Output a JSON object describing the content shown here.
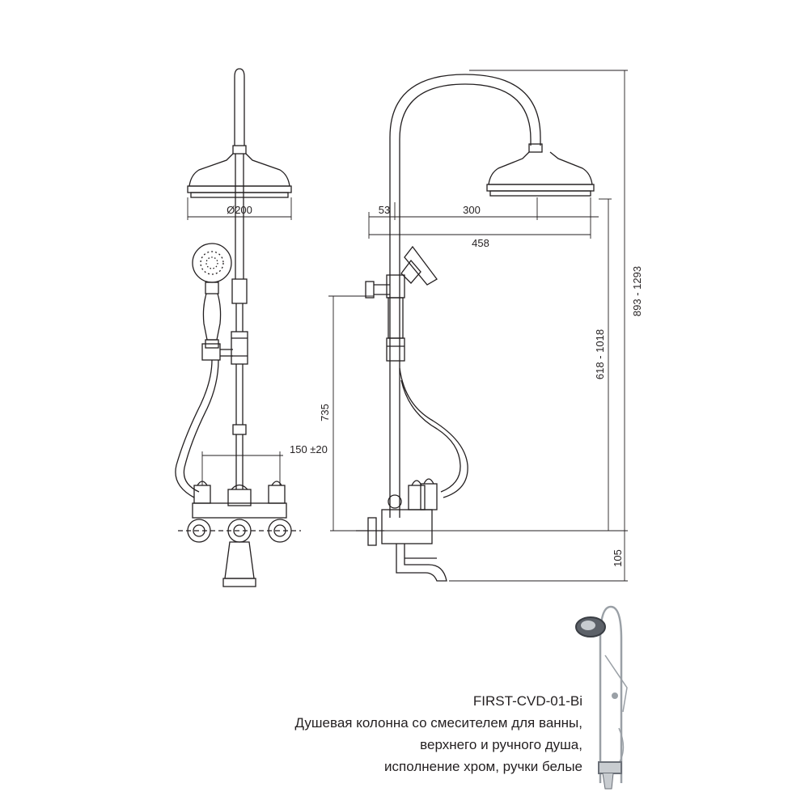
{
  "dimensions": {
    "head_diameter": "Ø200",
    "offset_small": "53",
    "arm_reach": "300",
    "total_reach": "458",
    "handset_height": "735",
    "holder_range": "618 - 1018",
    "total_height": "893 - 1293",
    "spout_drop": "105",
    "inlet_spacing": "150 ±20"
  },
  "caption": {
    "model": "FIRST-CVD-01-Bi",
    "line1": "Душевая колонна со смесителем для ванны,",
    "line2": "верхнего и ручного душа,",
    "line3": "исполнение хром, ручки белые"
  },
  "colors": {
    "line": "#231f20",
    "chrome": "#c8ccd0"
  }
}
